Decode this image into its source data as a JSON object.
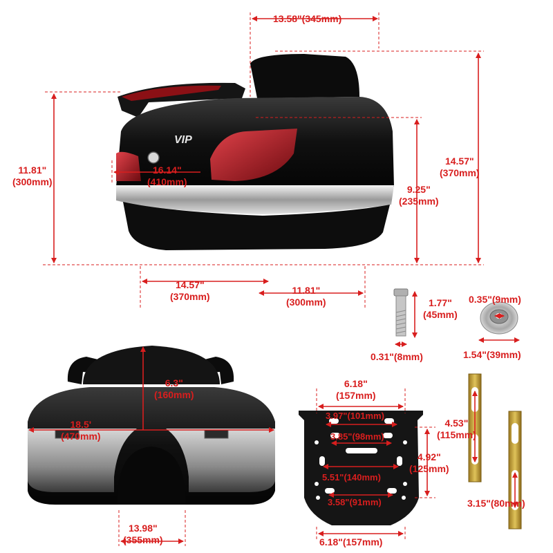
{
  "colors": {
    "dimension": "#d81e1e",
    "box_body": "#111111",
    "chrome": "#c9c9c9",
    "taillight": "#b3161c",
    "bracket": "#c8a23a",
    "metal": "#b8b8b8",
    "plate": "#1a1a1a"
  },
  "top_box_view": {
    "logo": "VIP",
    "top_width": "13.58\"(345mm)",
    "height_total": "11.81\"\n(300mm)",
    "inner_width": "16.14\"\n(410mm)",
    "height_back": "14.57\"\n(370mm)",
    "height_lid": "9.25\"\n(235mm)",
    "base_length": "14.57\"\n(370mm)",
    "base_depth": "11.81\"\n(300mm)"
  },
  "bolt": {
    "length": "1.77\"\n(45mm)",
    "diameter": "0.31\"(8mm)"
  },
  "washer": {
    "hole": "0.35\"(9mm)",
    "outer": "1.54\"(39mm)"
  },
  "bottom_view": {
    "backrest_height": "6.3\"\n(160mm)",
    "width": "18.5'\n(470mm)",
    "bottom_width": "13.98\"\n(355mm)"
  },
  "plate": {
    "top_width": "6.18\"\n(157mm)",
    "row1": "3.97\"(101mm)",
    "row2": "3.85\"(98mm)",
    "height": "4.92\"\n(125mm)",
    "row3": "5.51\"(140mm)",
    "row4": "3.58\"(91mm)",
    "bottom_width": "6.18\"(157mm)"
  },
  "brackets": {
    "long": "4.53\"\n(115mm)",
    "short": "3.15\"(80mm)"
  }
}
